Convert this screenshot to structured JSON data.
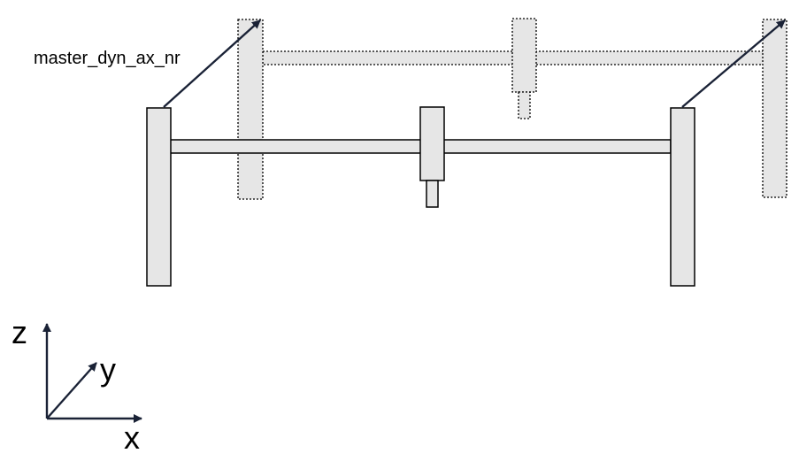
{
  "diagram": {
    "label_master": "master_dyn_ax_nr",
    "axes": {
      "z": "z",
      "y": "y",
      "x": "x"
    }
  },
  "colors": {
    "part_fill": "#e6e6e6",
    "stroke": "#000000",
    "arrow": "#1a2236"
  }
}
